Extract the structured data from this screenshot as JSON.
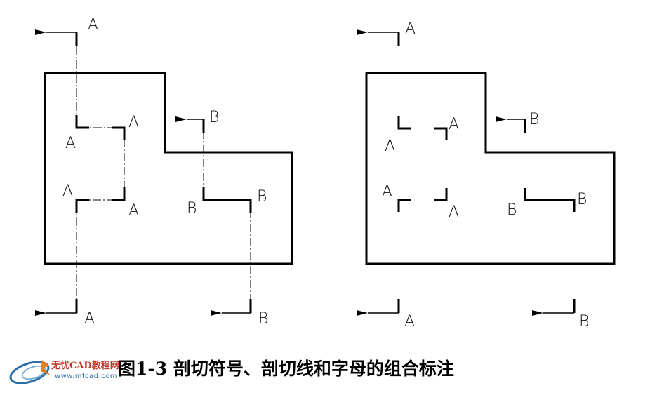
{
  "caption": "图1-3  剖切符号、剖切线和字母的组合标注",
  "logo": {
    "name": "无忧CAD教程网",
    "url": "www.mfcad.com"
  },
  "labels": {
    "a": "A",
    "b": "B"
  },
  "icons": [
    "logo-swoosh-icon"
  ]
}
